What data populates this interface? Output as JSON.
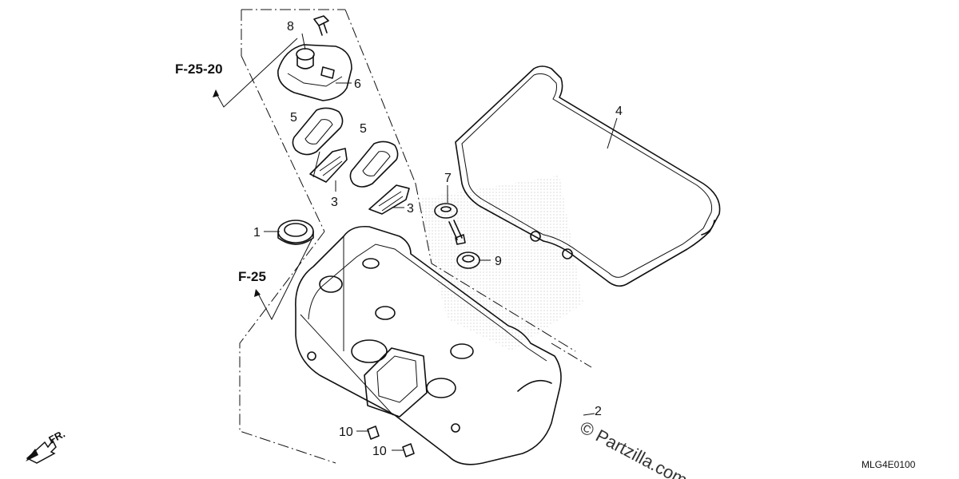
{
  "diagram": {
    "callouts": [
      {
        "id": "c1",
        "text": "1"
      },
      {
        "id": "c2",
        "text": "2"
      },
      {
        "id": "c3a",
        "text": "3"
      },
      {
        "id": "c3b",
        "text": "3"
      },
      {
        "id": "c4",
        "text": "4"
      },
      {
        "id": "c5a",
        "text": "5"
      },
      {
        "id": "c5b",
        "text": "5"
      },
      {
        "id": "c6",
        "text": "6"
      },
      {
        "id": "c7",
        "text": "7"
      },
      {
        "id": "c8",
        "text": "8"
      },
      {
        "id": "c9",
        "text": "9"
      },
      {
        "id": "c10a",
        "text": "10"
      },
      {
        "id": "c10b",
        "text": "10"
      }
    ],
    "references": [
      {
        "id": "ref1",
        "text": "F-25-20"
      },
      {
        "id": "ref2",
        "text": "F-25"
      }
    ],
    "direction_label": "FR.",
    "diagram_code": "MLG4E0100",
    "watermark": "© Partzilla.com"
  }
}
